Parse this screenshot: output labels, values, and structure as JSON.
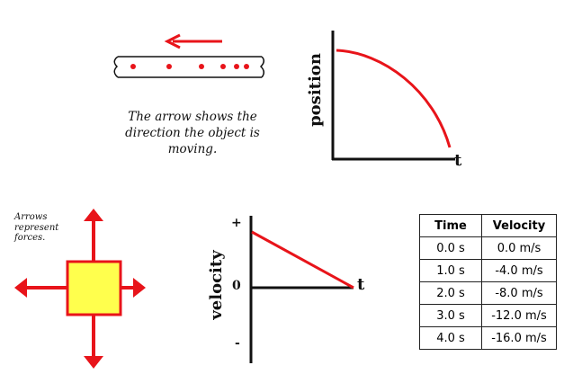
{
  "motion_panel": {
    "caption_lines": [
      "The arrow shows the",
      "direction the object is",
      "moving."
    ]
  },
  "position_graph": {
    "ylabel": "position",
    "xlabel": "t"
  },
  "forces_panel": {
    "note_lines": [
      "Arrows",
      "represent",
      "forces."
    ]
  },
  "velocity_graph": {
    "ylabel": "velocity",
    "plus_label": "+",
    "zero_label": "0",
    "minus_label": "-",
    "xlabel": "t"
  },
  "table": {
    "headers": [
      "Time",
      "Velocity"
    ],
    "rows": [
      [
        "0.0 s",
        "0.0 m/s"
      ],
      [
        "1.0 s",
        "-4.0 m/s"
      ],
      [
        "2.0 s",
        "-8.0 m/s"
      ],
      [
        "3.0 s",
        "-12.0 m/s"
      ],
      [
        "4.0 s",
        "-16.0 m/s"
      ]
    ]
  },
  "colors": {
    "red": "#e8141a",
    "yellow": "#ffff4d",
    "black": "#111111"
  }
}
